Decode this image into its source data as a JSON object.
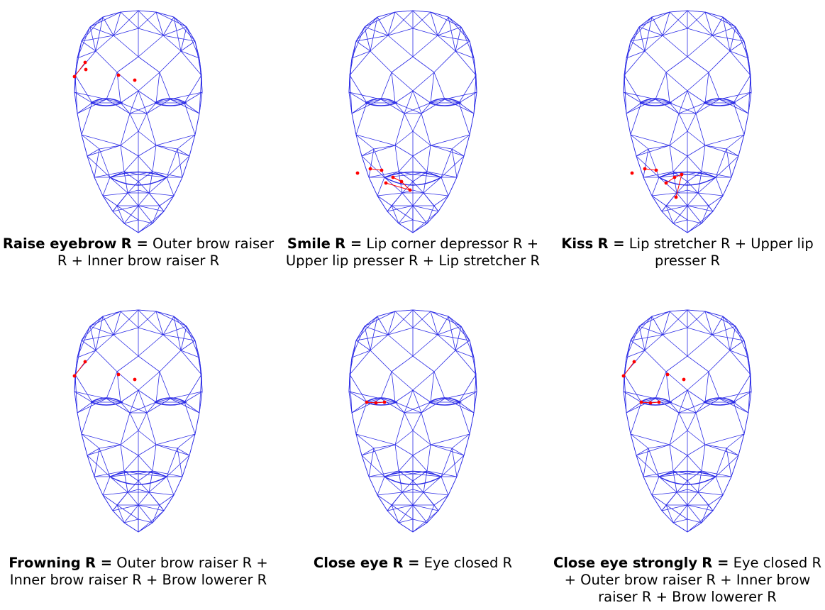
{
  "colors": {
    "mesh": "#2a2ae6",
    "marker": "#ff0000",
    "background": "#ffffff"
  },
  "panels": [
    {
      "name": "Raise eyebrow",
      "eq": "R =",
      "rest": " Outer brow raiser R + Inner brow raiser R",
      "markers": [
        "outer-brow",
        "brow-mid",
        "brow-inner",
        "brow-top"
      ]
    },
    {
      "name": "Smile",
      "eq": "R =",
      "rest": " Lip corner depressor R + Upper lip presser R + Lip stretcher R",
      "markers": [
        "lip-corner",
        "upper-lip",
        "lip-stretch"
      ]
    },
    {
      "name": "Kiss",
      "eq": "R =",
      "rest": " Lip stretcher R + Upper lip presser R",
      "markers": [
        "lip-corner",
        "upper-lip",
        "lower-lip"
      ]
    },
    {
      "name": "Frowning",
      "eq": "R =",
      "rest": " Outer brow raiser R + Inner brow raiser R + Brow lowerer R",
      "markers": [
        "outer-brow",
        "brow-mid",
        "brow-inner"
      ]
    },
    {
      "name": "Close eye",
      "eq": "R =",
      "rest": " Eye closed R",
      "markers": [
        "eyelid"
      ]
    },
    {
      "name": "Close eye strongly",
      "eq": "R =",
      "rest": " Eye closed R + Outer brow raiser R + Inner brow raiser R + Brow lowerer R",
      "markers": [
        "eyelid",
        "outer-brow",
        "brow-mid",
        "brow-inner"
      ]
    }
  ]
}
